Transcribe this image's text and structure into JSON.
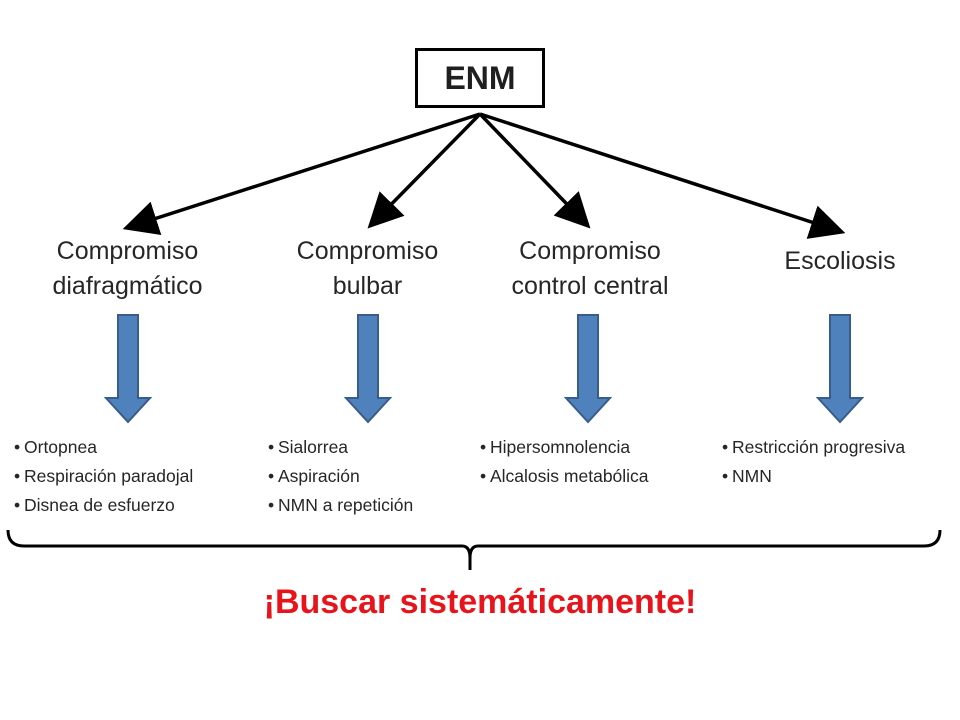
{
  "root": {
    "label": "ENM"
  },
  "categories": [
    {
      "title": [
        "Compromiso",
        "diafragmático"
      ],
      "findings": [
        "Ortopnea",
        "Respiración paradojal",
        "Disnea de esfuerzo"
      ]
    },
    {
      "title": [
        "Compromiso",
        "bulbar"
      ],
      "findings": [
        "Sialorrea",
        "Aspiración",
        "NMN a repetición"
      ]
    },
    {
      "title": [
        "Compromiso",
        "control central"
      ],
      "findings": [
        "Hipersomnolencia",
        "Alcalosis metabólica"
      ]
    },
    {
      "title": [
        "Escoliosis"
      ],
      "findings": [
        "Restricción progresiva",
        "NMN"
      ]
    }
  ],
  "conclusion": "¡Buscar sistemáticamente!",
  "colors": {
    "down_arrow_fill": "#4f81bd",
    "down_arrow_stroke": "#385d8a",
    "conclusion_text": "#e8141c",
    "lines": "#000000"
  }
}
